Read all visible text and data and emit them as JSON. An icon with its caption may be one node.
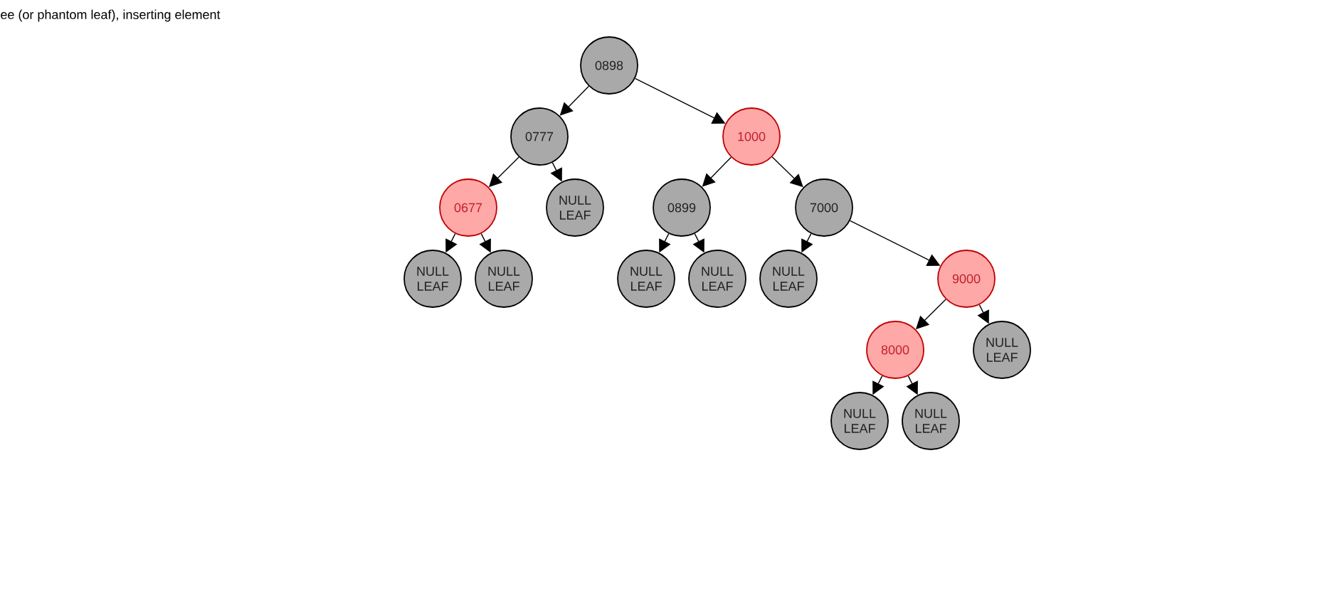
{
  "diagram": {
    "nodes": [
      {
        "text": [
          "0898"
        ]
      },
      {
        "text": [
          "0777"
        ]
      },
      {
        "text": [
          "1000"
        ]
      },
      {
        "text": [
          "0677"
        ]
      },
      {
        "text": [
          "NULL LEAF"
        ]
      },
      {
        "text": [
          "0899"
        ]
      },
      {
        "text": [
          "7000"
        ]
      },
      {
        "text": [
          "NULL LEAF"
        ]
      },
      {
        "text": [
          "NULL LEAF"
        ]
      },
      {
        "text": [
          "NULL LEAF"
        ]
      },
      {
        "text": [
          "NULL LEAF"
        ]
      },
      {
        "text": [
          "NULL LEAF"
        ]
      },
      {
        "text": [
          "9000"
        ]
      },
      {
        "text": [
          "8000"
        ]
      },
      {
        "text": [
          "NULL LEAF"
        ]
      },
      {
        "text": [
          "NULL LEAF"
        ]
      },
      {
        "text": [
          "NULL LEAF"
        ]
      }
    ],
    "edges": [
      {
        "from": 0,
        "to": 1,
        "arrow": "to"
      },
      {
        "from": 0,
        "to": 2,
        "arrow": "to"
      },
      {
        "from": 1,
        "to": 3,
        "arrow": "to"
      },
      {
        "from": 1,
        "to": 4,
        "arrow": "to"
      },
      {
        "from": 2,
        "to": 5,
        "arrow": "to"
      },
      {
        "from": 2,
        "to": 6,
        "arrow": "to"
      },
      {
        "from": 3,
        "to": 7,
        "arrow": "to"
      },
      {
        "from": 3,
        "to": 8,
        "arrow": "to"
      },
      {
        "from": 5,
        "to": 9,
        "arrow": "to"
      },
      {
        "from": 5,
        "to": 10,
        "arrow": "to"
      },
      {
        "from": 6,
        "to": 11,
        "arrow": "to"
      },
      {
        "from": 6,
        "to": 12,
        "arrow": "to"
      },
      {
        "from": 12,
        "to": 13,
        "arrow": "to"
      },
      {
        "from": 12,
        "to": 14,
        "arrow": "to"
      },
      {
        "from": 13,
        "to": 15,
        "arrow": "to"
      },
      {
        "from": 13,
        "to": 16,
        "arrow": "to"
      }
    ],
    "labels": [
      "ee (or phantom leaf), inserting element"
    ]
  }
}
